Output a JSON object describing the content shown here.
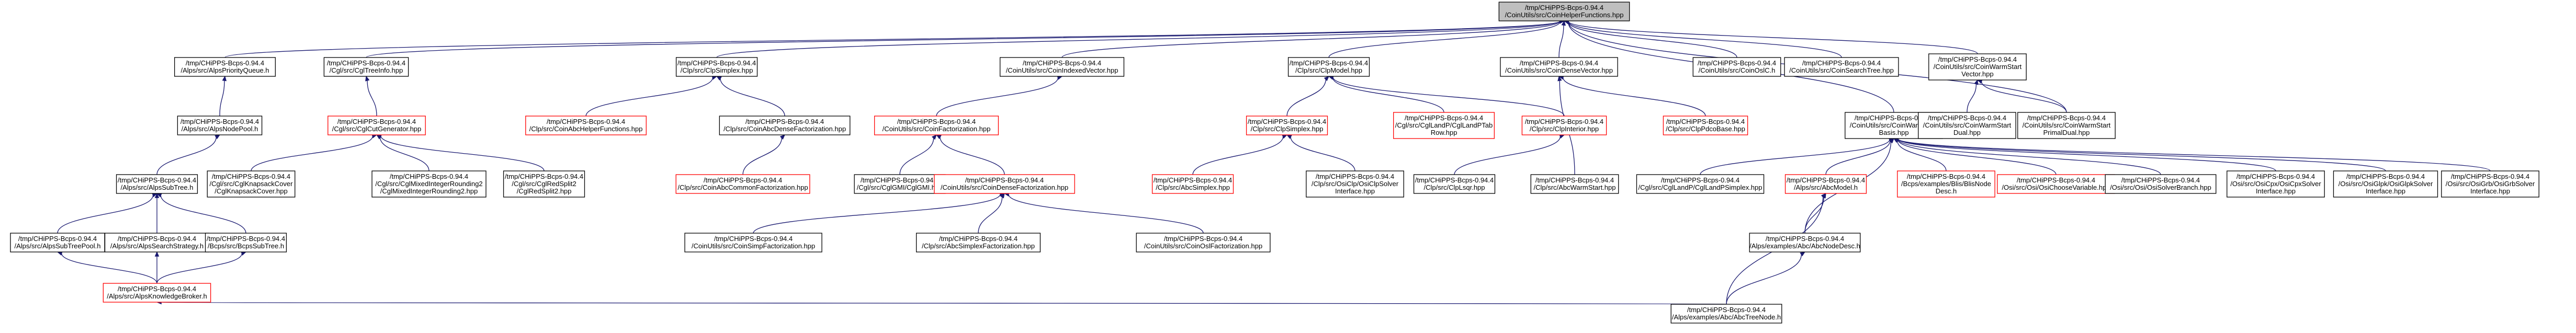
{
  "diagram": {
    "title": "",
    "nodes": [
      {
        "id": "root",
        "label": [
          "/tmp/CHiPPS-Bcps-0.94.4",
          "/CoinUtils/src/CoinHelperFunctions.hpp"
        ],
        "root": true
      },
      {
        "id": "n_queue",
        "label": [
          "/tmp/CHiPPS-Bcps-0.94.4",
          "/Alps/src/AlpsPriorityQueue.h"
        ]
      },
      {
        "id": "n_cgltreeinfo",
        "label": [
          "/tmp/CHiPPS-Bcps-0.94.4",
          "/Cgl/src/CglTreeInfo.hpp"
        ]
      },
      {
        "id": "n_abccommon",
        "label": [
          "/tmp/CHiPPS-Bcps-0.94.4",
          "/Clp/src/ClpSimplex.hpp"
        ]
      },
      {
        "id": "n_indexedvector",
        "label": [
          "/tmp/CHiPPS-Bcps-0.94.4",
          "/CoinUtils/src/CoinIndexedVector.hpp"
        ]
      },
      {
        "id": "n_clpmodel",
        "label": [
          "/tmp/CHiPPS-Bcps-0.94.4",
          "/Clp/src/ClpModel.hpp"
        ]
      },
      {
        "id": "n_densevector",
        "label": [
          "/tmp/CHiPPS-Bcps-0.94.4",
          "/CoinUtils/src/CoinDenseVector.hpp"
        ]
      },
      {
        "id": "n_coinocc",
        "label": [
          "/tmp/CHiPPS-Bcps-0.94.4",
          "/CoinUtils/src/CoinOslC.h"
        ]
      },
      {
        "id": "n_searchtree",
        "label": [
          "/tmp/CHiPPS-Bcps-0.94.4",
          "/CoinUtils/src/CoinSearchTree.hpp"
        ]
      },
      {
        "id": "n_warmstartvector",
        "label": [
          "/tmp/CHiPPS-Bcps-0.94.4",
          "/CoinUtils/src/CoinWarmStart",
          "Vector.hpp"
        ]
      },
      {
        "id": "n_nodepool",
        "label": [
          "/tmp/CHiPPS-Bcps-0.94.4",
          "/Alps/src/AlpsNodePool.h"
        ]
      },
      {
        "id": "n_cglcutgen",
        "label": [
          "/tmp/CHiPPS-Bcps-0.94.4",
          "/Cgl/src/CglCutGenerator.hpp"
        ],
        "red": true
      },
      {
        "id": "n_abchelper",
        "label": [
          "/tmp/CHiPPS-Bcps-0.94.4",
          "/Clp/src/CoinAbcHelperFunctions.hpp"
        ],
        "red": true
      },
      {
        "id": "n_coinfactor",
        "label": [
          "/tmp/CHiPPS-Bcps-0.94.4",
          "/CoinUtils/src/CoinFactorization.hpp"
        ],
        "red": true
      },
      {
        "id": "n_abcdense",
        "label": [
          "/tmp/CHiPPS-Bcps-0.94.4",
          "/Clp/src/CoinAbcDenseFactorization.hpp"
        ]
      },
      {
        "id": "n_clpsimplex",
        "label": [
          "/tmp/CHiPPS-Bcps-0.94.4",
          "/Clp/src/ClpSimplex.hpp"
        ],
        "red": true
      },
      {
        "id": "n_cglandp",
        "label": [
          "/tmp/CHiPPS-Bcps-0.94.4",
          "/Cgl/src/CglLandP/CglLandPTab",
          "Row.hpp"
        ],
        "red": true
      },
      {
        "id": "n_clpinterior",
        "label": [
          "/tmp/CHiPPS-Bcps-0.94.4",
          "/Clp/src/ClpInterior.hpp"
        ],
        "red": true
      },
      {
        "id": "n_clppdco",
        "label": [
          "/tmp/CHiPPS-Bcps-0.94.4",
          "/Clp/src/ClpPdcoBase.hpp"
        ],
        "red": true
      },
      {
        "id": "n_warmbasis",
        "label": [
          "/tmp/CHiPPS-Bcps-0.94.4",
          "/CoinUtils/src/CoinWarmStart",
          "Basis.hpp"
        ]
      },
      {
        "id": "n_warmdual",
        "label": [
          "/tmp/CHiPPS-Bcps-0.94.4",
          "/CoinUtils/src/CoinWarmStart",
          "Dual.hpp"
        ]
      },
      {
        "id": "n_warmprimaldual",
        "label": [
          "/tmp/CHiPPS-Bcps-0.94.4",
          "/CoinUtils/src/CoinWarmStart",
          "PrimalDual.hpp"
        ]
      },
      {
        "id": "n_subtree",
        "label": [
          "/tmp/CHiPPS-Bcps-0.94.4",
          "/Alps/src/AlpsSubTree.h"
        ]
      },
      {
        "id": "n_knapcover",
        "label": [
          "/tmp/CHiPPS-Bcps-0.94.4",
          "/Cgl/src/CglKnapsackCover",
          "/CglKnapsackCover.hpp"
        ]
      },
      {
        "id": "n_mixedint",
        "label": [
          "/tmp/CHiPPS-Bcps-0.94.4",
          "/Cgl/src/CglMixedIntegerRounding2",
          "/CglMixedIntegerRounding2.hpp"
        ]
      },
      {
        "id": "n_redsplit2",
        "label": [
          "/tmp/CHiPPS-Bcps-0.94.4",
          "/Cgl/src/CglRedSplit2",
          "/CglRedSplit2.hpp"
        ]
      },
      {
        "id": "n_commonfactor",
        "label": [
          "/tmp/CHiPPS-Bcps-0.94.4",
          "/Clp/src/CoinAbcCommonFactorization.hpp"
        ],
        "red": true
      },
      {
        "id": "n_cglgmi",
        "label": [
          "/tmp/CHiPPS-Bcps-0.94.4",
          "/Cgl/src/CglGMI/CglGMI.hpp"
        ]
      },
      {
        "id": "n_coindensefactor",
        "label": [
          "/tmp/CHiPPS-Bcps-0.94.4",
          "/CoinUtils/src/CoinDenseFactorization.hpp"
        ],
        "red": true
      },
      {
        "id": "n_abcsimplex",
        "label": [
          "/tmp/CHiPPS-Bcps-0.94.4",
          "/Clp/src/AbcSimplex.hpp"
        ],
        "red": true
      },
      {
        "id": "n_osiclp",
        "label": [
          "/tmp/CHiPPS-Bcps-0.94.4",
          "/Clp/src/OsiClp/OsiClpSolver",
          "Interface.hpp"
        ]
      },
      {
        "id": "n_clplsqr",
        "label": [
          "/tmp/CHiPPS-Bcps-0.94.4",
          "/Clp/src/ClpLsqr.hpp"
        ]
      },
      {
        "id": "n_abcwarm",
        "label": [
          "/tmp/CHiPPS-Bcps-0.94.4",
          "/Clp/src/AbcWarmStart.hpp"
        ]
      },
      {
        "id": "n_cglsimplex",
        "label": [
          "/tmp/CHiPPS-Bcps-0.94.4",
          "/Cgl/src/CglLandP/CglLandPSimplex.hpp"
        ]
      },
      {
        "id": "n_bcpsmodel",
        "label": [
          "/tmp/CHiPPS-Bcps-0.94.4",
          "/Alps/src/AbcModel.h"
        ],
        "red": true
      },
      {
        "id": "n_bcpsnode",
        "label": [
          "/tmp/CHiPPS-Bcps-0.94.4",
          "/Bcps/examples/Blis/BlisNode",
          "Desc.h"
        ],
        "red": true
      },
      {
        "id": "n_choosevar",
        "label": [
          "/tmp/CHiPPS-Bcps-0.94.4",
          "/Osi/src/Osi/OsiChooseVariable.hpp"
        ],
        "red": true
      },
      {
        "id": "n_osibranch",
        "label": [
          "/tmp/CHiPPS-Bcps-0.94.4",
          "/Osi/src/Osi/OsiSolverBranch.hpp"
        ]
      },
      {
        "id": "n_osicpx",
        "label": [
          "/tmp/CHiPPS-Bcps-0.94.4",
          "/Osi/src/OsiCpx/OsiCpxSolver",
          "Interface.hpp"
        ]
      },
      {
        "id": "n_osiglpk",
        "label": [
          "/tmp/CHiPPS-Bcps-0.94.4",
          "/Osi/src/OsiGlpk/OsiGlpkSolver",
          "Interface.hpp"
        ]
      },
      {
        "id": "n_osigrb",
        "label": [
          "/tmp/CHiPPS-Bcps-0.94.4",
          "/Osi/src/OsiGrb/OsiGrbSolver",
          "Interface.hpp"
        ]
      },
      {
        "id": "n_subtreepool",
        "label": [
          "/tmp/CHiPPS-Bcps-0.94.4",
          "/Alps/src/AlpsSubTreePool.h"
        ]
      },
      {
        "id": "n_searchstrat",
        "label": [
          "/tmp/CHiPPS-Bcps-0.94.4",
          "/Alps/src/AlpsSearchStrategy.h"
        ]
      },
      {
        "id": "n_bcpssubtree",
        "label": [
          "/tmp/CHiPPS-Bcps-0.94.4",
          "/Bcps/src/BcpsSubTree.h"
        ]
      },
      {
        "id": "n_coinsimpfactor",
        "label": [
          "/tmp/CHiPPS-Bcps-0.94.4",
          "/CoinUtils/src/CoinSimpFactorization.hpp"
        ]
      },
      {
        "id": "n_abcsimplexfactor",
        "label": [
          "/tmp/CHiPPS-Bcps-0.94.4",
          "/Clp/src/AbcSimplexFactorization.hpp"
        ]
      },
      {
        "id": "n_coinoslfactor",
        "label": [
          "/tmp/CHiPPS-Bcps-0.94.4",
          "/CoinUtils/src/CoinOslFactorization.hpp"
        ]
      },
      {
        "id": "n_abcnodedesc",
        "label": [
          "/tmp/CHiPPS-Bcps-0.94.4",
          "/Alps/examples/Abc/AbcNodeDesc.h"
        ]
      },
      {
        "id": "n_knowledge",
        "label": [
          "/tmp/CHiPPS-Bcps-0.94.4",
          "/Alps/src/AlpsKnowledgeBroker.h"
        ],
        "red": true
      },
      {
        "id": "n_abctreenode",
        "label": [
          "/tmp/CHiPPS-Bcps-0.94.4",
          "/Alps/examples/Abc/AbcTreeNode.h"
        ]
      }
    ],
    "edges": [
      [
        "n_queue",
        "root"
      ],
      [
        "n_cgltreeinfo",
        "root"
      ],
      [
        "n_abccommon",
        "root"
      ],
      [
        "n_indexedvector",
        "root"
      ],
      [
        "n_clpmodel",
        "root"
      ],
      [
        "n_densevector",
        "root"
      ],
      [
        "n_coinocc",
        "root"
      ],
      [
        "n_searchtree",
        "root"
      ],
      [
        "n_warmstartvector",
        "root"
      ],
      [
        "n_warmbasis",
        "root"
      ],
      [
        "n_warmprimaldual",
        "root"
      ],
      [
        "n_nodepool",
        "n_queue"
      ],
      [
        "n_subtree",
        "n_nodepool"
      ],
      [
        "n_cglcutgen",
        "n_cgltreeinfo"
      ],
      [
        "n_knapcover",
        "n_cglcutgen"
      ],
      [
        "n_mixedint",
        "n_cglcutgen"
      ],
      [
        "n_redsplit2",
        "n_cglcutgen"
      ],
      [
        "n_abchelper",
        "n_abccommon"
      ],
      [
        "n_abcdense",
        "n_abccommon"
      ],
      [
        "n_coinfactor",
        "n_indexedvector"
      ],
      [
        "n_commonfactor",
        "n_abcdense"
      ],
      [
        "n_cglgmi",
        "n_coinfactor"
      ],
      [
        "n_coindensefactor",
        "n_coinfactor"
      ],
      [
        "n_clpsimplex",
        "n_clpmodel"
      ],
      [
        "n_cglandp",
        "n_clpmodel"
      ],
      [
        "n_clpinterior",
        "n_clpmodel"
      ],
      [
        "n_abcsimplex",
        "n_clpsimplex"
      ],
      [
        "n_osiclp",
        "n_clpsimplex"
      ],
      [
        "n_clplsqr",
        "n_clpinterior"
      ],
      [
        "n_clppdco",
        "n_densevector"
      ],
      [
        "n_abcwarm",
        "n_densevector"
      ],
      [
        "n_warmdual",
        "n_warmstartvector"
      ],
      [
        "n_warmprimaldual",
        "n_warmstartvector"
      ],
      [
        "n_cglsimplex",
        "n_warmbasis"
      ],
      [
        "n_bcpsmodel",
        "n_warmbasis"
      ],
      [
        "n_bcpsnode",
        "n_warmbasis"
      ],
      [
        "n_choosevar",
        "n_warmbasis"
      ],
      [
        "n_osibranch",
        "n_warmbasis"
      ],
      [
        "n_osicpx",
        "n_warmbasis"
      ],
      [
        "n_osiglpk",
        "n_warmbasis"
      ],
      [
        "n_osigrb",
        "n_warmbasis"
      ],
      [
        "n_abcnodedesc",
        "n_warmbasis"
      ],
      [
        "n_subtreepool",
        "n_subtree"
      ],
      [
        "n_searchstrat",
        "n_subtree"
      ],
      [
        "n_bcpssubtree",
        "n_subtree"
      ],
      [
        "n_coinsimpfactor",
        "n_coindensefactor"
      ],
      [
        "n_abcsimplexfactor",
        "n_coindensefactor"
      ],
      [
        "n_coinoslfactor",
        "n_coindensefactor"
      ],
      [
        "n_knowledge",
        "n_subtreepool"
      ],
      [
        "n_knowledge",
        "n_searchstrat"
      ],
      [
        "n_knowledge",
        "n_bcpssubtree"
      ],
      [
        "n_abctreenode",
        "n_knowledge"
      ],
      [
        "n_abctreenode",
        "n_abcnodedesc"
      ],
      [
        "n_abctreenode",
        "n_bcpsmodel"
      ],
      [
        "n_abcnodedesc",
        "n_bcpsmodel"
      ]
    ]
  }
}
